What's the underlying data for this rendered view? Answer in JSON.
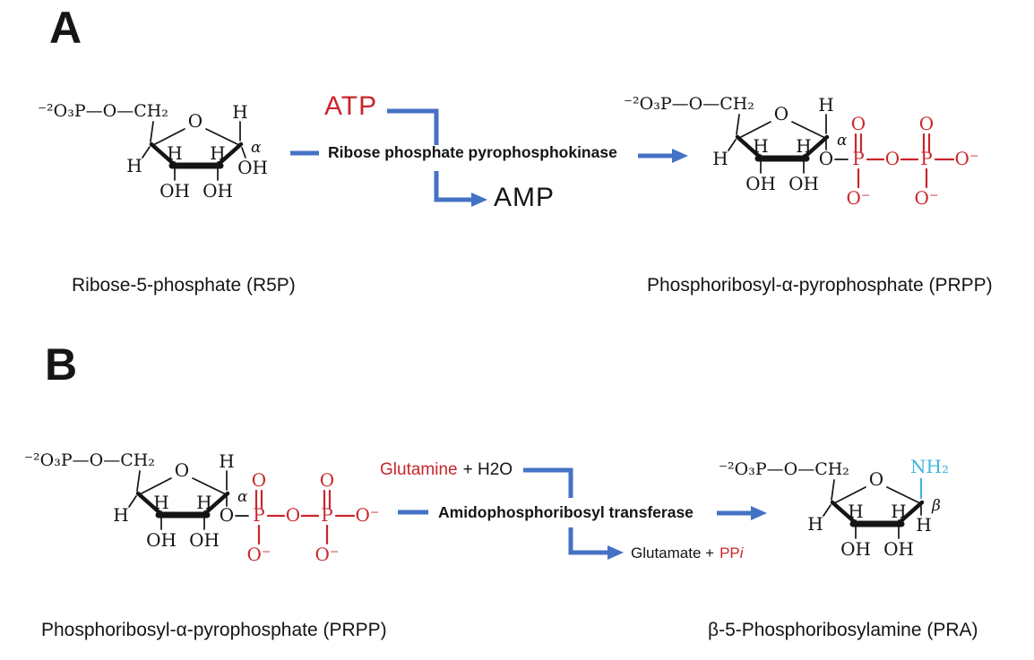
{
  "colors": {
    "red": "#c9262c",
    "blue": "#4472c4",
    "cyan": "#3fb4dd",
    "ink": "#141414"
  },
  "panel_a": {
    "label": "A",
    "cofactor_in": "ATP",
    "cofactor_out": "AMP",
    "enzyme": "Ribose phosphate pyrophosphokinase",
    "reactant_caption": "Ribose-5-phosphate (R5P)",
    "product_caption": "Phosphoribosyl-α-pyrophosphate (PRPP)"
  },
  "panel_b": {
    "label": "B",
    "substrate_red": "Glutamine",
    "substrate_black": "+ H2O",
    "enzyme": "Amidophosphoribosyl transferase",
    "product_side_black": "Glutamate +",
    "product_side_red": "PP",
    "product_side_red_italic": "i",
    "reactant_caption": "Phosphoribosyl-α-pyrophosphate (PRPP)",
    "product_caption": "β-5-Phosphoribosylamine (PRA)"
  },
  "molecule_labels": {
    "phosphate_head": "⁻²O₃P—O—CH₂",
    "ring_oxygen": "O",
    "hydrogen": "H",
    "hydroxyl": "OH",
    "alpha": "α",
    "beta": "β",
    "oxygen": "O",
    "oxygen_minus": "O⁻",
    "phosphorus": "P",
    "amine": "NH₂"
  }
}
